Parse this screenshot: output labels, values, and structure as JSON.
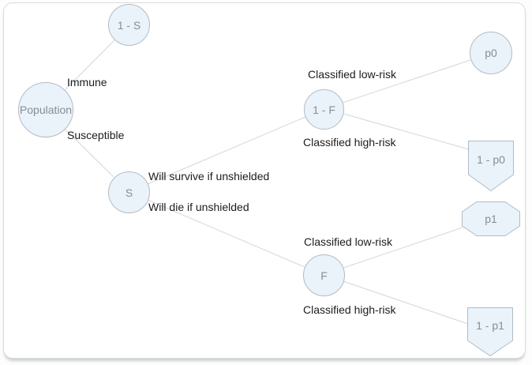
{
  "diagram": {
    "nodes": {
      "population": {
        "label": "Population",
        "shape": "circle"
      },
      "one_minus_s": {
        "label": "1 - S",
        "shape": "circle"
      },
      "s": {
        "label": "S",
        "shape": "circle"
      },
      "one_minus_f": {
        "label": "1 - F",
        "shape": "circle"
      },
      "f": {
        "label": "F",
        "shape": "circle"
      },
      "p0": {
        "label": "p0",
        "shape": "circle"
      },
      "one_minus_p0": {
        "label": "1 - p0",
        "shape": "shield-down"
      },
      "p1": {
        "label": "p1",
        "shape": "octagon"
      },
      "one_minus_p1": {
        "label": "1 - p1",
        "shape": "shield-down"
      }
    },
    "edges": {
      "e_immune": {
        "from": "population",
        "to": "one_minus_s",
        "label": "Immune"
      },
      "e_susceptible": {
        "from": "population",
        "to": "s",
        "label": "Susceptible"
      },
      "e_survive": {
        "from": "s",
        "to": "one_minus_f",
        "label": "Will survive if unshielded"
      },
      "e_die": {
        "from": "s",
        "to": "f",
        "label": "Will die if unshielded"
      },
      "e_low_risk_survivors": {
        "from": "one_minus_f",
        "to": "p0",
        "label": "Classified low-risk"
      },
      "e_high_risk_survivors": {
        "from": "one_minus_f",
        "to": "one_minus_p0",
        "label": "Classified high-risk"
      },
      "e_low_risk_casualties": {
        "from": "f",
        "to": "p1",
        "label": "Classified low-risk"
      },
      "e_high_risk_casualties": {
        "from": "f",
        "to": "one_minus_p1",
        "label": "Classified high-risk"
      }
    },
    "colors": {
      "node_fill": "#eaf2fa",
      "node_border": "#b3bbc3",
      "node_text": "#858e96",
      "edge_line": "#d3d6d9",
      "label_text": "#1c1c1c",
      "card_border": "#d9dbdd"
    }
  }
}
